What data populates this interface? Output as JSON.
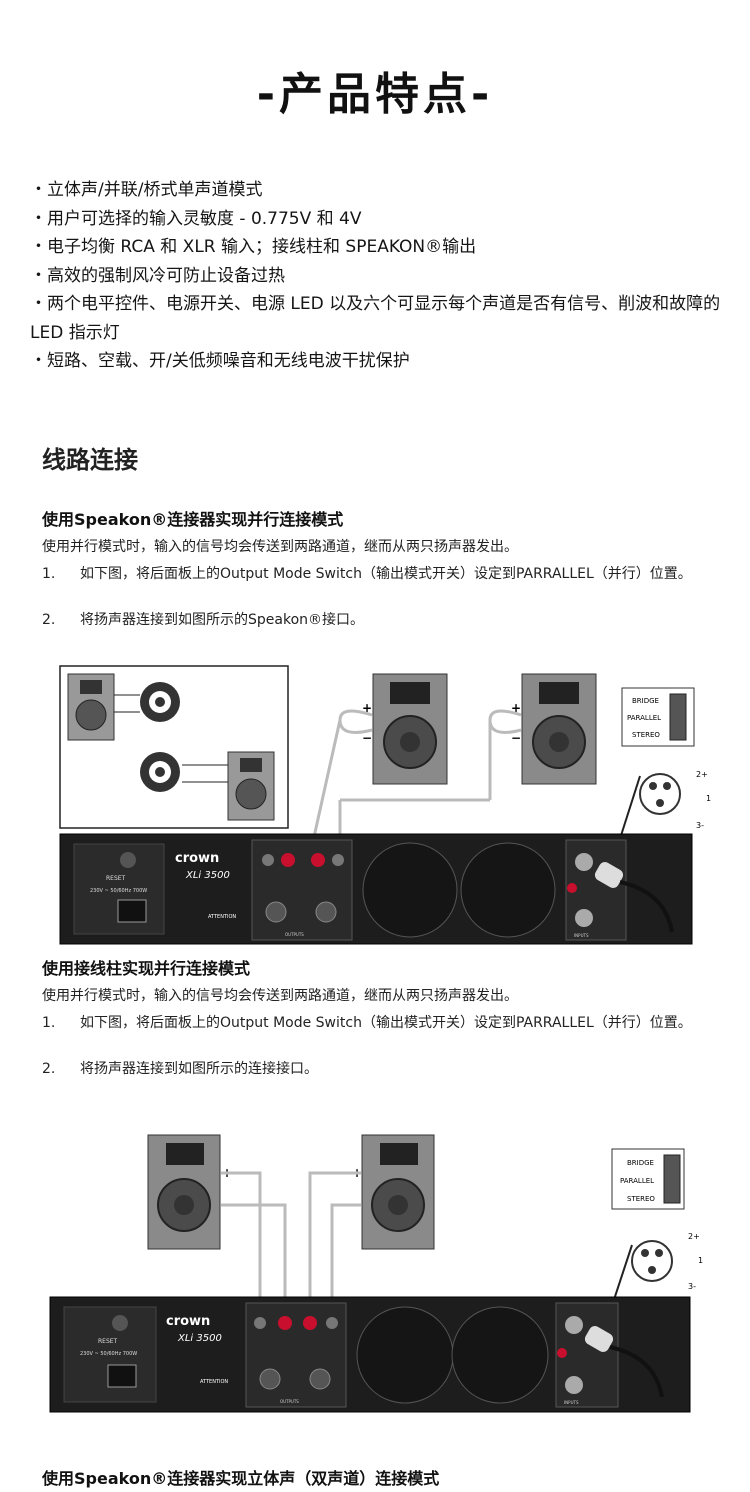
{
  "title": "-产品特点-",
  "features": [
    "・立体声/并联/桥式单声道模式",
    "・用户可选择的输入灵敏度 - 0.775V 和 4V",
    "・电子均衡 RCA 和 XLR 输入；接线柱和 SPEAKON®输出",
    "・高效的强制风冷可防止设备过热",
    "・两个电平控件、电源开关、电源 LED 以及六个可显示每个声道是否有信号、削波和故障的 LED 指示灯",
    "・短路、空载、开/关低频噪音和无线电波干扰保护"
  ],
  "section_heading": "线路连接",
  "speakon_parallel": {
    "heading": "使用Speakon®连接器实现并行连接模式",
    "desc": "使用并行模式时，输入的信号均会传送到两路通道，继而从两只扬声器发出。",
    "steps": [
      {
        "num": "1.",
        "text": "如下图，将后面板上的Output Mode Switch（输出模式开关）设定到PARRALLEL（并行）位置。"
      },
      {
        "num": "2.",
        "text": "将扬声器连接到如图所示的Speakon®接口。"
      }
    ]
  },
  "binding_parallel": {
    "heading": "使用接线柱实现并行连接模式",
    "desc": "使用并行模式时，输入的信号均会传送到两路通道，继而从两只扬声器发出。",
    "steps": [
      {
        "num": "1.",
        "text": "如下图，将后面板上的Output Mode Switch（输出模式开关）设定到PARRALLEL（并行）位置。"
      },
      {
        "num": "2.",
        "text": "将扬声器连接到如图所示的连接接口。"
      }
    ]
  },
  "speakon_stereo": {
    "heading": "使用Speakon®连接器实现立体声（双声道）连接模式"
  },
  "amp": {
    "brand": "crown",
    "model": "XLi 3500",
    "reset": "RESET",
    "voltage": "230V ~ 50/60Hz 700W",
    "attention": "ATTENTION",
    "outputs_label": "OUTPUTS",
    "inputs_label": "INPUTS"
  },
  "mode_switch": {
    "options": [
      "BRIDGE",
      "PARALLEL",
      "STEREO"
    ]
  },
  "xlr_pins": [
    "2+",
    "1",
    "3-"
  ],
  "polarity": {
    "plus": "+",
    "minus": "−"
  },
  "colors": {
    "panel": "#1d1d1d",
    "speaker_box": "#8a8a8a",
    "red_post": "#c8102e"
  }
}
